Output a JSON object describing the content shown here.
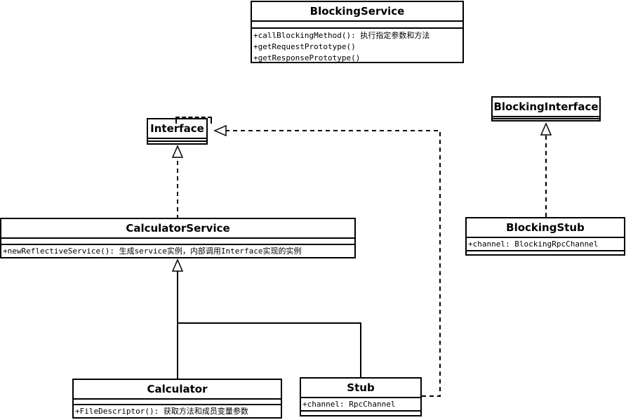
{
  "classes": {
    "blocking_service": {
      "name": "BlockingService",
      "methods": [
        "+callBlockingMethod(): 执行指定参数和方法",
        "+getRequestPrototype()",
        "+getResponsePrototype()"
      ]
    },
    "interface": {
      "name": "Interface"
    },
    "blocking_interface": {
      "name": "BlockingInterface"
    },
    "calculator_service": {
      "name": "CalculatorService",
      "methods": [
        "+newReflectiveService(): 生成service实例，内部调用Interface实现的实例"
      ]
    },
    "blocking_stub": {
      "name": "BlockingStub",
      "attributes": [
        "+channel: BlockingRpcChannel"
      ]
    },
    "calculator": {
      "name": "Calculator",
      "methods": [
        "+FileDescriptor(): 获取方法和成员变量参数"
      ]
    },
    "stub": {
      "name": "Stub",
      "attributes": [
        "+channel: RpcChannel"
      ]
    }
  }
}
